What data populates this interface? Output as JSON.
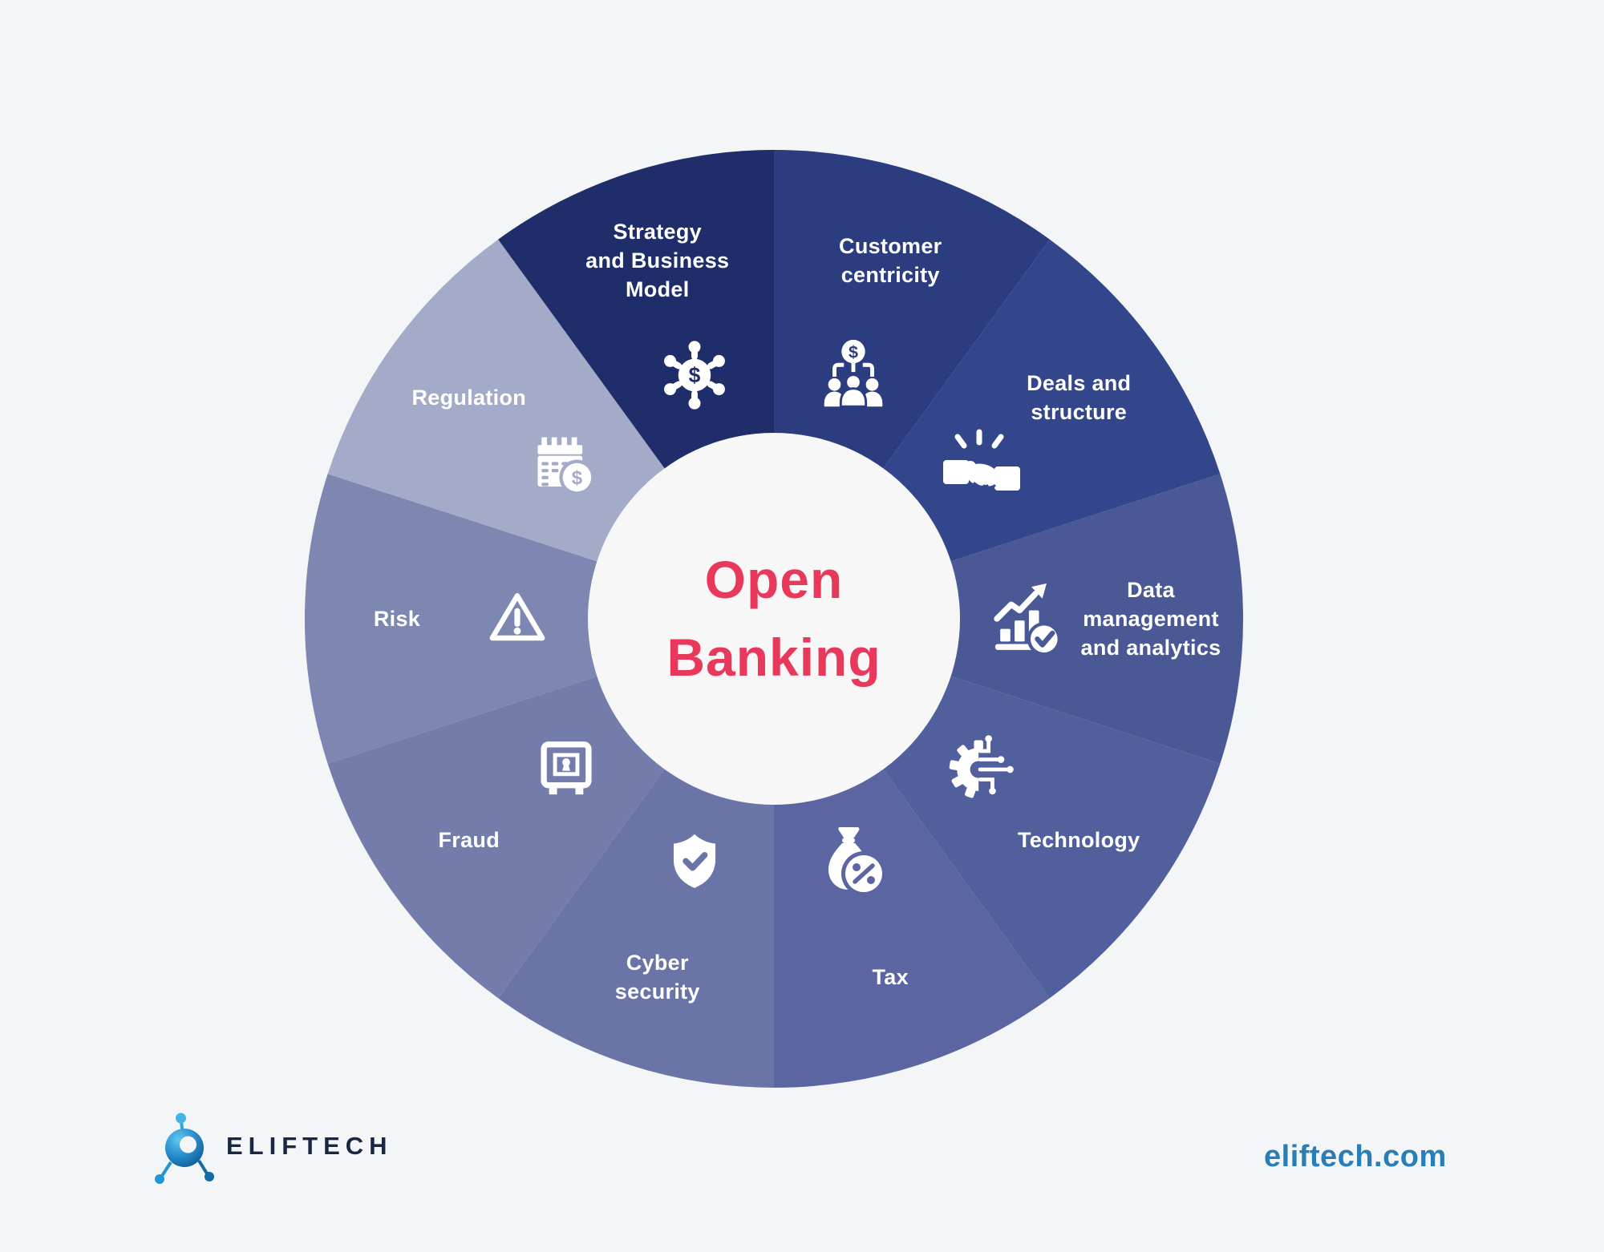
{
  "page": {
    "background": "#F4F5F6"
  },
  "center": {
    "title_line1": "Open",
    "title_line2": "Banking",
    "title_color": "#E8395C",
    "circle_color": "#F7F7F8"
  },
  "chart_data": {
    "type": "pie",
    "title": "Open Banking",
    "description": "Open Banking wheel infographic with 10 equal ring segments, each with a white icon and label",
    "label_color": "#FFFFFF",
    "icon_color": "#FFFFFF",
    "segments": [
      {
        "label": "Customer\ncentricity",
        "color": "#2B3C7F",
        "icon": "customers-dollar-icon",
        "start_deg": 0,
        "end_deg": 36
      },
      {
        "label": "Deals and\nstructure",
        "color": "#33468B",
        "icon": "handshake-icon",
        "start_deg": 36,
        "end_deg": 72
      },
      {
        "label": "Data\nmanagement\nand analytics",
        "color": "#4A5996",
        "icon": "chart-growth-check-icon",
        "start_deg": 72,
        "end_deg": 108
      },
      {
        "label": "Technology",
        "color": "#515F9D",
        "icon": "gear-circuit-icon",
        "start_deg": 108,
        "end_deg": 144
      },
      {
        "label": "Tax",
        "color": "#5A65A2",
        "icon": "money-bag-percent-icon",
        "start_deg": 144,
        "end_deg": 180
      },
      {
        "label": "Cyber\nsecurity",
        "color": "#6A74A7",
        "icon": "shield-check-icon",
        "start_deg": 180,
        "end_deg": 216
      },
      {
        "label": "Fraud",
        "color": "#737CAB",
        "icon": "safe-icon",
        "start_deg": 216,
        "end_deg": 252
      },
      {
        "label": "Risk",
        "color": "#7E87B1",
        "icon": "warning-icon",
        "start_deg": 252,
        "end_deg": 288
      },
      {
        "label": "Regulation",
        "color": "#A3ABC8",
        "icon": "calendar-dollar-icon",
        "start_deg": 288,
        "end_deg": 324
      },
      {
        "label": "Strategy\nand Business\nModel",
        "color": "#1F2E6A",
        "icon": "network-dollar-icon",
        "start_deg": 324,
        "end_deg": 360
      }
    ]
  },
  "footer": {
    "brand": "ELIFTECH",
    "brand_color": "#1A2742",
    "website": "eliftech.com",
    "website_color": "#2B7EB5"
  }
}
